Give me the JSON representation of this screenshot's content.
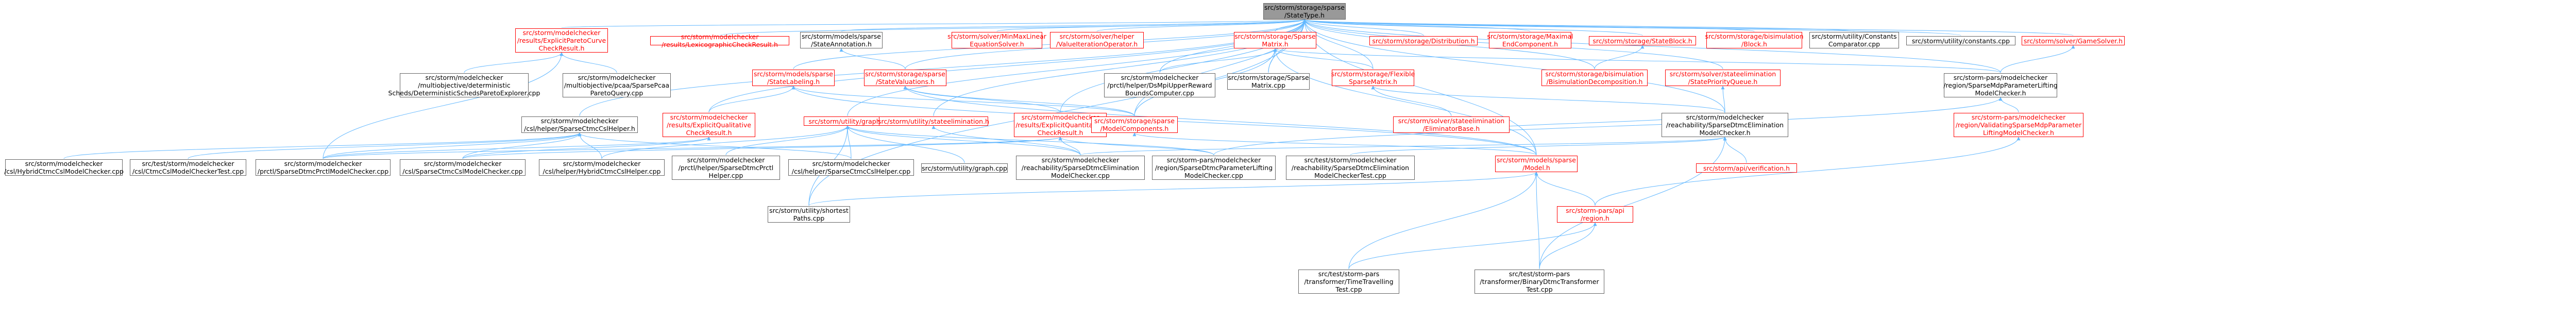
{
  "colors": {
    "edge": "#63b8ff",
    "node_border": "#666666",
    "highlight_text": "#ff0000",
    "root_fill": "#999999"
  },
  "graph": {
    "nodes": [
      {
        "id": "root",
        "label": "src/storm/storage/sparse\n/StateType.h",
        "style": "root"
      },
      {
        "id": "n_pareto",
        "label": "src/storm/modelchecker\n/results/ExplicitParetoCurve\nCheckResult.h",
        "style": "red"
      },
      {
        "id": "n_lexico",
        "label": "src/storm/modelchecker\n/results/LexicographicCheckResult.h",
        "style": "red"
      },
      {
        "id": "n_stateann",
        "label": "src/storm/models/sparse\n/StateAnnotation.h",
        "style": "normal"
      },
      {
        "id": "n_minmax",
        "label": "src/storm/solver/MinMaxLinear\nEquationSolver.h",
        "style": "red"
      },
      {
        "id": "n_valueiter",
        "label": "src/storm/solver/helper\n/ValueIterationOperator.h",
        "style": "red"
      },
      {
        "id": "n_sparsematrix",
        "label": "src/storm/storage/Sparse\nMatrix.h",
        "style": "red"
      },
      {
        "id": "n_distribution",
        "label": "src/storm/storage/Distribution.h",
        "style": "red"
      },
      {
        "id": "n_maxend",
        "label": "src/storm/storage/Maximal\nEndComponent.h",
        "style": "red"
      },
      {
        "id": "n_stateblock",
        "label": "src/storm/storage/StateBlock.h",
        "style": "red"
      },
      {
        "id": "n_bisimblock",
        "label": "src/storm/storage/bisimulation\n/Block.h",
        "style": "red"
      },
      {
        "id": "n_constcmp",
        "label": "src/storm/utility/Constants\nComparator.cpp",
        "style": "normal"
      },
      {
        "id": "n_constants",
        "label": "src/storm/utility/constants.cpp",
        "style": "normal"
      },
      {
        "id": "n_gamesolver",
        "label": "src/storm/solver/GameSolver.h",
        "style": "red"
      },
      {
        "id": "n_paretoexplorer",
        "label": "src/storm/modelchecker\n/multiobjective/deterministic\nScheds/DeterministicSchedsParetoExplorer.cpp",
        "style": "normal"
      },
      {
        "id": "n_paretoquery",
        "label": "src/storm/modelchecker\n/multiobjective/pcaa/SparsePcaa\nParetoQuery.cpp",
        "style": "normal"
      },
      {
        "id": "n_statelabeling",
        "label": "src/storm/models/sparse\n/StateLabeling.h",
        "style": "red"
      },
      {
        "id": "n_statevaluations",
        "label": "src/storm/storage/sparse\n/StateValuations.h",
        "style": "red"
      },
      {
        "id": "n_upperreward",
        "label": "src/storm/modelchecker\n/prctl/helper/DsMpiUpperReward\nBoundsComputer.cpp",
        "style": "normal"
      },
      {
        "id": "n_flexible",
        "label": "src/storm/storage/Flexible\nSparseMatrix.h",
        "style": "red"
      },
      {
        "id": "n_sparsematrixcpp",
        "label": "src/storm/storage/Sparse\nMatrix.cpp",
        "style": "normal"
      },
      {
        "id": "n_bisimdecomp",
        "label": "src/storm/storage/bisimulation\n/BisimulationDecomposition.h",
        "style": "red"
      },
      {
        "id": "n_prioqueue",
        "label": "src/storm/solver/stateelimination\n/StatePriorityQueue.h",
        "style": "red"
      },
      {
        "id": "n_sparsemdpparam",
        "label": "src/storm-pars/modelchecker\n/region/SparseMdpParameterLifting\nModelChecker.h",
        "style": "normal"
      },
      {
        "id": "n_csrlhelper",
        "label": "src/storm/modelchecker\n/csl/helper/SparseCtmcCslHelper.h",
        "style": "normal"
      },
      {
        "id": "n_qualitative",
        "label": "src/storm/modelchecker\n/results/ExplicitQualitative\nCheckResult.h",
        "style": "red"
      },
      {
        "id": "n_graph",
        "label": "src/storm/utility/graph.h",
        "style": "red"
      },
      {
        "id": "n_utilstateelim",
        "label": "src/storm/utility/stateelimination.h",
        "style": "red"
      },
      {
        "id": "n_quantitative",
        "label": "src/storm/modelchecker\n/results/ExplicitQuantitative\nCheckResult.h",
        "style": "red"
      },
      {
        "id": "n_modelcomponents",
        "label": "src/storm/storage/sparse\n/ModelComponents.h",
        "style": "red"
      },
      {
        "id": "n_eliminatorbase",
        "label": "src/storm/solver/stateelimination\n/EliminatorBase.h",
        "style": "red"
      },
      {
        "id": "n_elimchecker",
        "label": "src/storm/modelchecker\n/reachability/SparseDtmcElimination\nModelChecker.h",
        "style": "normal"
      },
      {
        "id": "n_validating",
        "label": "src/storm-pars/modelchecker\n/region/ValidatingSparseMdpParameter\nLiftingModelChecker.h",
        "style": "red"
      },
      {
        "id": "n_hybridcsl",
        "label": "src/storm/modelchecker\n/csl/HybridCtmcCslModelChecker.cpp",
        "style": "normal"
      },
      {
        "id": "n_ctmccsltest",
        "label": "src/test/storm/modelchecker\n/csl/CtmcCslModelCheckerTest.cpp",
        "style": "normal"
      },
      {
        "id": "n_prctlchecker",
        "label": "src/storm/modelchecker\n/prctl/SparseDtmcPrctlModelChecker.cpp",
        "style": "normal"
      },
      {
        "id": "n_csrlchecker",
        "label": "src/storm/modelchecker\n/csl/SparseCtmcCslModelChecker.cpp",
        "style": "normal"
      },
      {
        "id": "n_hybridhelper",
        "label": "src/storm/modelchecker\n/csl/helper/HybridCtmcCslHelper.cpp",
        "style": "normal"
      },
      {
        "id": "n_prctlhelper",
        "label": "src/storm/modelchecker\n/prctl/helper/SparseDtmcPrctl\nHelper.cpp",
        "style": "normal"
      },
      {
        "id": "n_csrlhelpercpp",
        "label": "src/storm/modelchecker\n/csl/helper/SparseCtmcCslHelper.cpp",
        "style": "normal"
      },
      {
        "id": "n_graphcpp",
        "label": "src/storm/utility/graph.cpp",
        "style": "normal"
      },
      {
        "id": "n_elimcheckercpp",
        "label": "src/storm/modelchecker\n/reachability/SparseDtmcElimination\nModelChecker.cpp",
        "style": "normal"
      },
      {
        "id": "n_dtmcparamcpp",
        "label": "src/storm-pars/modelchecker\n/region/SparseDtmcParameterLifting\nModelChecker.cpp",
        "style": "normal"
      },
      {
        "id": "n_elimtest",
        "label": "src/test/storm/modelchecker\n/reachability/SparseDtmcElimination\nModelCheckerTest.cpp",
        "style": "normal"
      },
      {
        "id": "n_smodel",
        "label": "src/storm/models/sparse\n/Model.h",
        "style": "red"
      },
      {
        "id": "n_verification",
        "label": "src/storm/api/verification.h",
        "style": "red"
      },
      {
        "id": "n_shortestpaths",
        "label": "src/storm/utility/shortest\nPaths.cpp",
        "style": "normal"
      },
      {
        "id": "n_region",
        "label": "src/storm-pars/api\n/region.h",
        "style": "red"
      },
      {
        "id": "n_timetravel",
        "label": "src/test/storm-pars\n/transformer/TimeTravelling\nTest.cpp",
        "style": "normal"
      },
      {
        "id": "n_binarydtmc",
        "label": "src/test/storm-pars\n/transformer/BinaryDtmcTransformer\nTest.cpp",
        "style": "normal"
      }
    ],
    "edges": [
      [
        "root",
        "n_pareto"
      ],
      [
        "root",
        "n_lexico"
      ],
      [
        "root",
        "n_stateann"
      ],
      [
        "root",
        "n_minmax"
      ],
      [
        "root",
        "n_valueiter"
      ],
      [
        "root",
        "n_sparsematrix"
      ],
      [
        "root",
        "n_distribution"
      ],
      [
        "root",
        "n_maxend"
      ],
      [
        "root",
        "n_stateblock"
      ],
      [
        "root",
        "n_bisimblock"
      ],
      [
        "root",
        "n_constcmp"
      ],
      [
        "root",
        "n_constants"
      ],
      [
        "root",
        "n_gamesolver"
      ],
      [
        "root",
        "n_statelabeling"
      ],
      [
        "root",
        "n_statevaluations"
      ],
      [
        "root",
        "n_upperreward"
      ],
      [
        "root",
        "n_flexible"
      ],
      [
        "root",
        "n_sparsematrixcpp"
      ],
      [
        "root",
        "n_bisimdecomp"
      ],
      [
        "root",
        "n_prioqueue"
      ],
      [
        "root",
        "n_sparsemdpparam"
      ],
      [
        "root",
        "n_csrlhelper"
      ],
      [
        "root",
        "n_qualitative"
      ],
      [
        "root",
        "n_graph"
      ],
      [
        "root",
        "n_utilstateelim"
      ],
      [
        "root",
        "n_quantitative"
      ],
      [
        "root",
        "n_modelcomponents"
      ],
      [
        "root",
        "n_elimchecker"
      ],
      [
        "root",
        "n_smodel"
      ],
      [
        "root",
        "n_shortestpaths"
      ],
      [
        "n_pareto",
        "n_paretoexplorer"
      ],
      [
        "n_pareto",
        "n_paretoquery"
      ],
      [
        "n_pareto",
        "n_prctlchecker"
      ],
      [
        "n_stateann",
        "n_statevaluations"
      ],
      [
        "n_sparsematrix",
        "n_upperreward"
      ],
      [
        "n_sparsematrix",
        "n_flexible"
      ],
      [
        "n_sparsematrix",
        "n_sparsematrixcpp"
      ],
      [
        "n_sparsematrix",
        "n_modelcomponents"
      ],
      [
        "n_sparsematrix",
        "n_smodel"
      ],
      [
        "n_sparsematrix",
        "n_sparsemdpparam"
      ],
      [
        "n_stateblock",
        "n_bisimdecomp"
      ],
      [
        "n_gamesolver",
        "n_sparsemdpparam"
      ],
      [
        "n_statelabeling",
        "n_qualitative"
      ],
      [
        "n_statelabeling",
        "n_modelcomponents"
      ],
      [
        "n_statelabeling",
        "n_smodel"
      ],
      [
        "n_statevaluations",
        "n_quantitative"
      ],
      [
        "n_statevaluations",
        "n_modelcomponents"
      ],
      [
        "n_statevaluations",
        "n_smodel"
      ],
      [
        "n_flexible",
        "n_eliminatorbase"
      ],
      [
        "n_flexible",
        "n_elimchecker"
      ],
      [
        "n_prioqueue",
        "n_elimchecker"
      ],
      [
        "n_sparsemdpparam",
        "n_validating"
      ],
      [
        "n_sparsemdpparam",
        "n_dtmcparamcpp"
      ],
      [
        "n_csrlhelper",
        "n_hybridcsl"
      ],
      [
        "n_csrlhelper",
        "n_ctmccsltest"
      ],
      [
        "n_csrlhelper",
        "n_prctlchecker"
      ],
      [
        "n_csrlhelper",
        "n_csrlchecker"
      ],
      [
        "n_csrlhelper",
        "n_hybridhelper"
      ],
      [
        "n_csrlhelper",
        "n_csrlhelpercpp"
      ],
      [
        "n_qualitative",
        "n_prctlchecker"
      ],
      [
        "n_qualitative",
        "n_csrlchecker"
      ],
      [
        "n_graph",
        "n_hybridhelper"
      ],
      [
        "n_graph",
        "n_prctlhelper"
      ],
      [
        "n_graph",
        "n_csrlhelpercpp"
      ],
      [
        "n_graph",
        "n_graphcpp"
      ],
      [
        "n_graph",
        "n_elimcheckercpp"
      ],
      [
        "n_graph",
        "n_shortestpaths"
      ],
      [
        "n_graph",
        "n_dtmcparamcpp"
      ],
      [
        "n_utilstateelim",
        "n_elimcheckercpp"
      ],
      [
        "n_quantitative",
        "n_prctlchecker"
      ],
      [
        "n_quantitative",
        "n_csrlchecker"
      ],
      [
        "n_quantitative",
        "n_elimcheckercpp"
      ],
      [
        "n_quantitative",
        "n_dtmcparamcpp"
      ],
      [
        "n_modelcomponents",
        "n_smodel"
      ],
      [
        "n_eliminatorbase",
        "n_elimchecker"
      ],
      [
        "n_elimchecker",
        "n_elimcheckercpp"
      ],
      [
        "n_elimchecker",
        "n_elimtest"
      ],
      [
        "n_elimchecker",
        "n_verification"
      ],
      [
        "n_elimchecker",
        "n_binarydtmc"
      ],
      [
        "n_validating",
        "n_region"
      ],
      [
        "n_smodel",
        "n_shortestpaths"
      ],
      [
        "n_smodel",
        "n_region"
      ],
      [
        "n_smodel",
        "n_timetravel"
      ],
      [
        "n_smodel",
        "n_binarydtmc"
      ],
      [
        "n_region",
        "n_timetravel"
      ],
      [
        "n_region",
        "n_binarydtmc"
      ]
    ]
  }
}
